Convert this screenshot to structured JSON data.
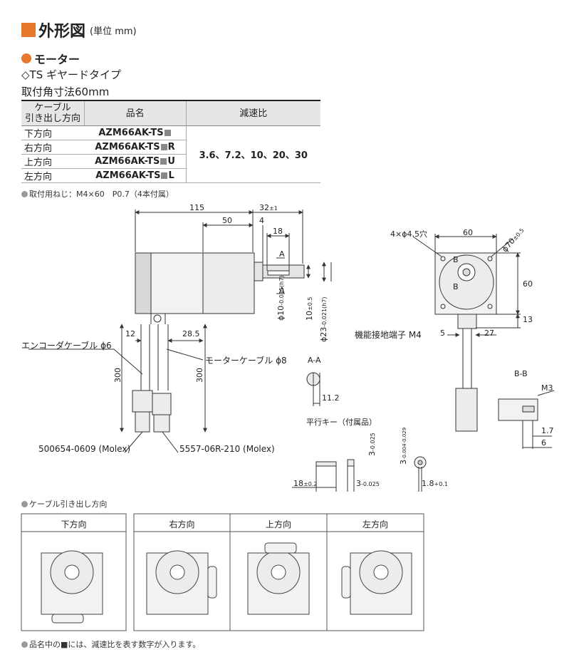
{
  "header": {
    "title": "外形図",
    "unit": "(単位 mm)"
  },
  "section": {
    "title": "モーター",
    "type": "◇TS ギヤードタイプ",
    "mount_size": "取付角寸法60mm"
  },
  "table": {
    "headers": {
      "direction": "ケーブル\n引き出し方向",
      "product": "品名",
      "ratio": "減速比"
    },
    "rows": [
      {
        "direction": "下方向",
        "model": "AZM66AK-TS",
        "suffix": ""
      },
      {
        "direction": "右方向",
        "model": "AZM66AK-TS",
        "suffix": "R"
      },
      {
        "direction": "上方向",
        "model": "AZM66AK-TS",
        "suffix": "U"
      },
      {
        "direction": "左方向",
        "model": "AZM66AK-TS",
        "suffix": "L"
      }
    ],
    "ratios": "3.6、7.2、10、20、30"
  },
  "screw_note": "取付用ねじ：M4×60　P0.7（4本付属）",
  "dims": {
    "d115": "115",
    "d32": "32",
    "d32tol": "±1",
    "d50": "50",
    "d4": "4",
    "d18": "18",
    "d12": "12",
    "d28_5": "28.5",
    "d300a": "300",
    "d300b": "300",
    "phi10": "ϕ10",
    "phi10tol": "-0.015(h7)",
    "phi23": "ϕ23",
    "phi23tol": "-0.021(h7)",
    "d10": "10",
    "d10tol": "±0.5",
    "d60w": "60",
    "d60h": "60",
    "d13": "13",
    "d5": "5",
    "d27": "27",
    "holes": "4×ϕ4.5穴",
    "phi70": "ϕ70",
    "phi70tol": "±0.5",
    "A": "A",
    "B": "B",
    "AA": "A-A",
    "BB": "B-B",
    "d11_2": "11.2",
    "M3": "M3",
    "d1_7": "1.7",
    "d6": "6",
    "key_title": "平行キー（付属品）",
    "d18k": "18",
    "d18ktol": "±0.2",
    "d3k": "3",
    "d3ktol": "-0.025",
    "d3v": "3",
    "d3vtol": "-0.025",
    "d3w": "3",
    "d3wtol1": "-0.004",
    "d3wtol2": "-0.029",
    "d1_8": "1.8",
    "d1_8tol": "+0.1"
  },
  "callouts": {
    "encoder_cable": "エンコーダケーブル ϕ6",
    "motor_cable": "モーターケーブル ϕ8",
    "ground": "機能接地端子 M4",
    "conn1": "500654-0609 (Molex)",
    "conn2": "5557-06R-210 (Molex)"
  },
  "cable_section": {
    "note": "ケーブル引き出し方向",
    "labels": [
      "下方向",
      "右方向",
      "上方向",
      "左方向"
    ]
  },
  "footer_note": "品名中の■には、減速比を表す数字が入ります。"
}
